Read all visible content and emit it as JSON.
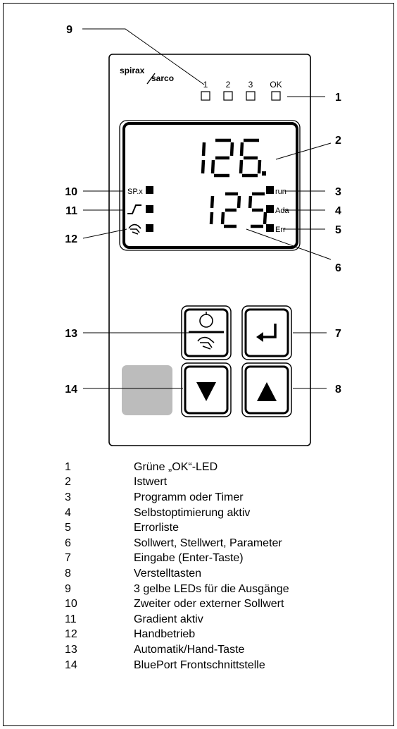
{
  "device": {
    "brand_line1": "spirax",
    "brand_line2": "sarco",
    "led_labels": [
      "1",
      "2",
      "3",
      "OK"
    ],
    "display_top": "126.",
    "display_bottom": "125",
    "left_indicators": {
      "spx": "SP.x"
    },
    "right_indicators": {
      "run": "run",
      "ada": "Ada",
      "err": "Err"
    }
  },
  "callouts": {
    "c1": "1",
    "c2": "2",
    "c3": "3",
    "c4": "4",
    "c5": "5",
    "c6": "6",
    "c7": "7",
    "c8": "8",
    "c9": "9",
    "c10": "10",
    "c11": "11",
    "c12": "12",
    "c13": "13",
    "c14": "14"
  },
  "legend": [
    {
      "num": "1",
      "text": "Grüne „OK“-LED"
    },
    {
      "num": "2",
      "text": "Istwert"
    },
    {
      "num": "3",
      "text": "Programm oder Timer"
    },
    {
      "num": "4",
      "text": "Selbstoptimierung aktiv"
    },
    {
      "num": "5",
      "text": "Errorliste"
    },
    {
      "num": "6",
      "text": "Sollwert, Stellwert, Parameter"
    },
    {
      "num": "7",
      "text": "Eingabe (Enter-Taste)"
    },
    {
      "num": "8",
      "text": "Verstelltasten"
    },
    {
      "num": "9",
      "text": "3 gelbe LEDs für die Ausgänge"
    },
    {
      "num": "10",
      "text": "Zweiter oder externer Sollwert"
    },
    {
      "num": "11",
      "text": "Gradient aktiv"
    },
    {
      "num": "12",
      "text": "Handbetrieb"
    },
    {
      "num": "13",
      "text": "Automatik/Hand-Taste"
    },
    {
      "num": "14",
      "text": "BluePort Frontschnittstelle"
    }
  ]
}
